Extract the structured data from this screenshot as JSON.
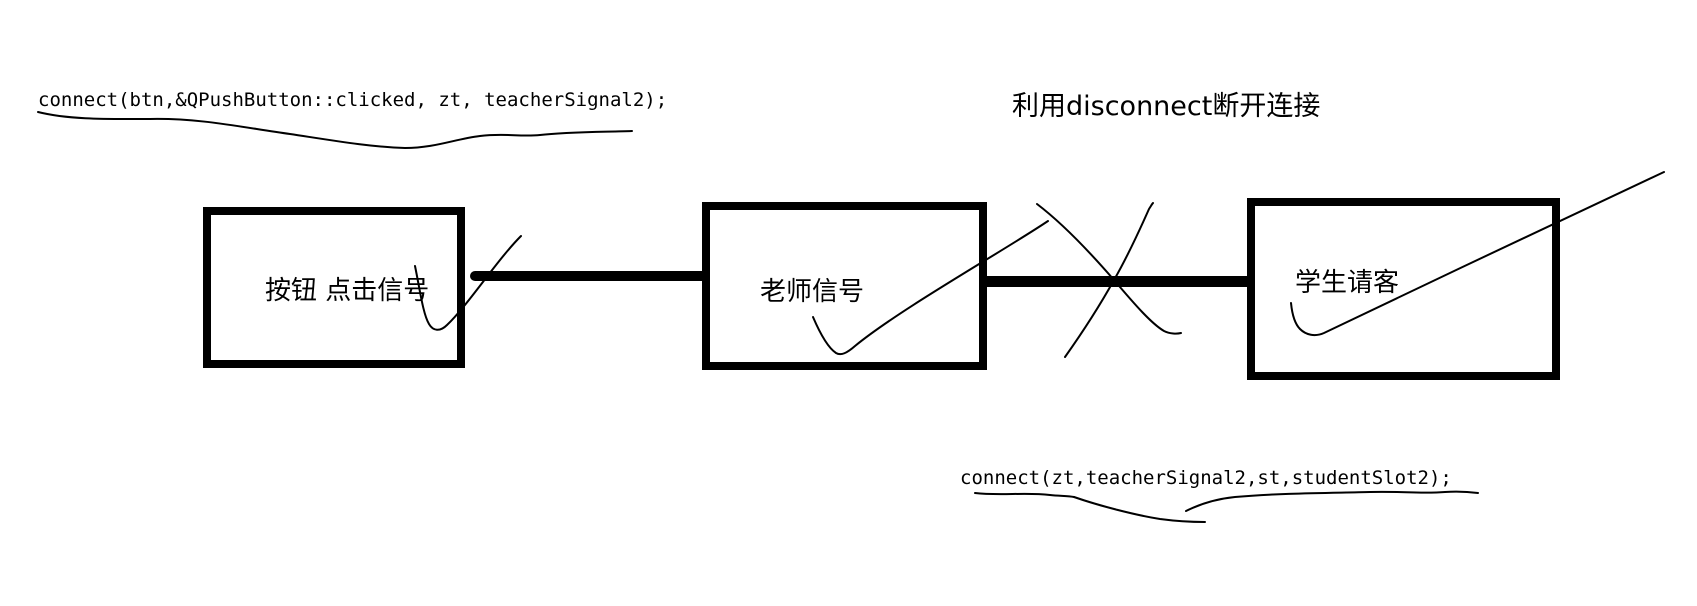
{
  "canvas": {
    "background_color": "#ffffff",
    "ink_color": "#000000",
    "description": "Hand-drawn whiteboard/Paint diagram of Qt signal-slot connections"
  },
  "annotations": {
    "connect_call_1": "connect(btn,&QPushButton::clicked, zt, teacherSignal2);",
    "disconnect_note": "利用disconnect断开连接",
    "connect_call_2": "connect(zt,teacherSignal2,st,studentSlot2);"
  },
  "nodes": [
    {
      "id": "button-click-signal",
      "label": "按钮 点击信号"
    },
    {
      "id": "teacher-signal",
      "label": "老师信号"
    },
    {
      "id": "student-treat",
      "label": "学生请客"
    }
  ],
  "connections": [
    {
      "from": "button-click-signal",
      "to": "teacher-signal",
      "style": "thick-black-line",
      "crossed_out": false
    },
    {
      "from": "teacher-signal",
      "to": "student-treat",
      "style": "thick-black-line",
      "crossed_out": true
    }
  ],
  "freehand_marks": {
    "underline_wave_top": "wavy underline beneath connect_call_1",
    "checkmark_box1": "check mark over 按钮 点击信号 box",
    "checkmark_box2": "check mark over 老师信号 box",
    "checkmark_box3": "long check mark over 学生请客 box extending past its corner",
    "x_cross": "X scribble crossing the teacher→student connection line",
    "underline_wave_bottom": "wavy underline and swoosh beneath connect_call_2"
  }
}
